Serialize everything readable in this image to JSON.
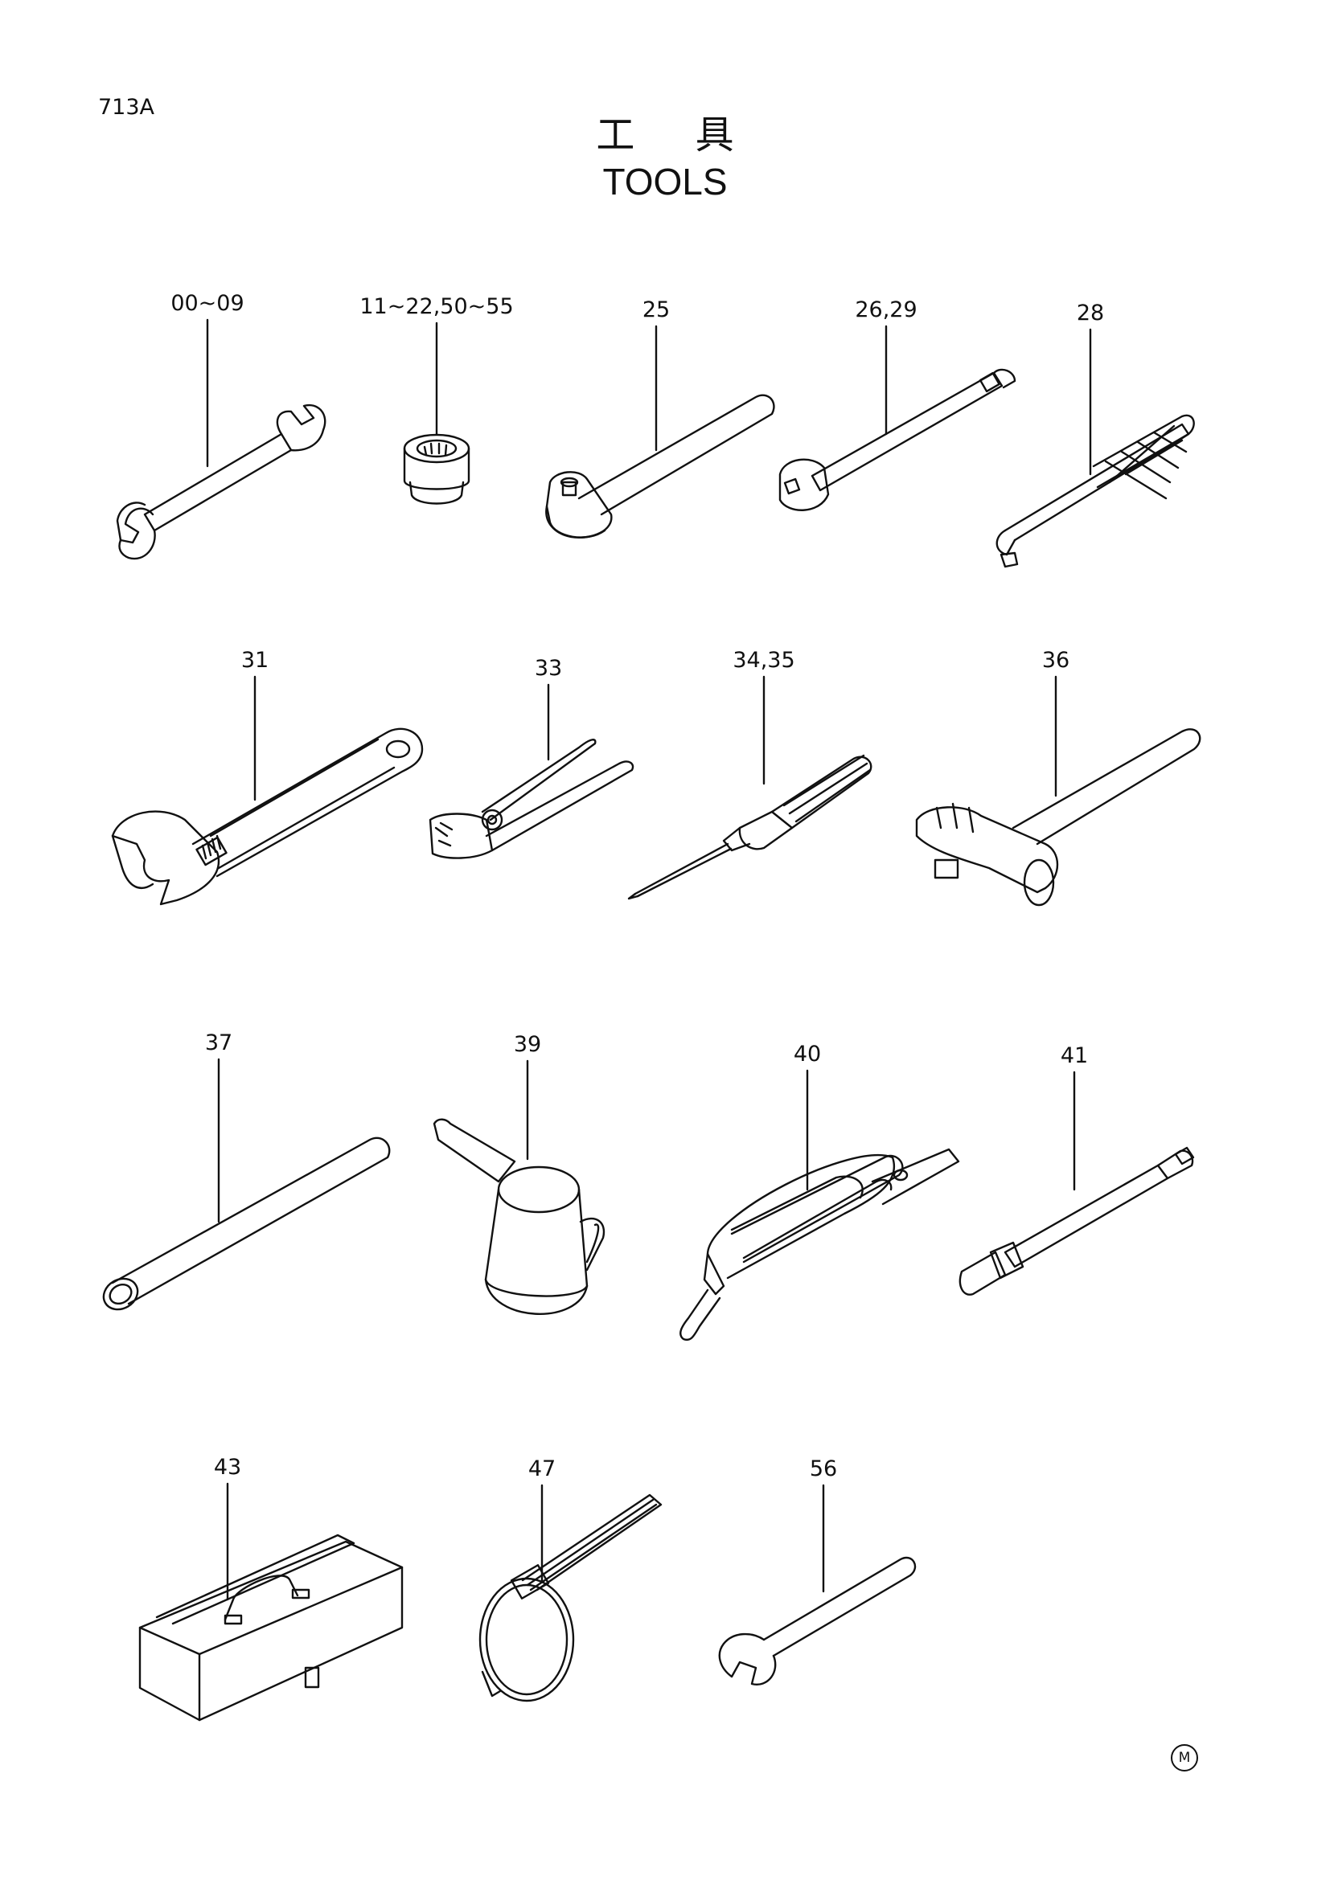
{
  "page": {
    "code": "713A"
  },
  "title": {
    "japanese": "工 具",
    "english": "TOOLS"
  },
  "callouts": [
    {
      "id": "wrench-double",
      "text": "00~09"
    },
    {
      "id": "socket",
      "text": "11~22,50~55"
    },
    {
      "id": "ratchet",
      "text": "25"
    },
    {
      "id": "extension-bar",
      "text": "26,29"
    },
    {
      "id": "hex-key",
      "text": "28"
    },
    {
      "id": "adjustable-wrench",
      "text": "31"
    },
    {
      "id": "pliers",
      "text": "33"
    },
    {
      "id": "screwdriver",
      "text": "34,35"
    },
    {
      "id": "hammer",
      "text": "36"
    },
    {
      "id": "pipe",
      "text": "37"
    },
    {
      "id": "oil-can",
      "text": "39"
    },
    {
      "id": "grease-gun",
      "text": "40"
    },
    {
      "id": "hose",
      "text": "41"
    },
    {
      "id": "tool-box",
      "text": "43"
    },
    {
      "id": "filter-wrench",
      "text": "47"
    },
    {
      "id": "single-wrench",
      "text": "56"
    }
  ],
  "mark": {
    "text": "M"
  }
}
